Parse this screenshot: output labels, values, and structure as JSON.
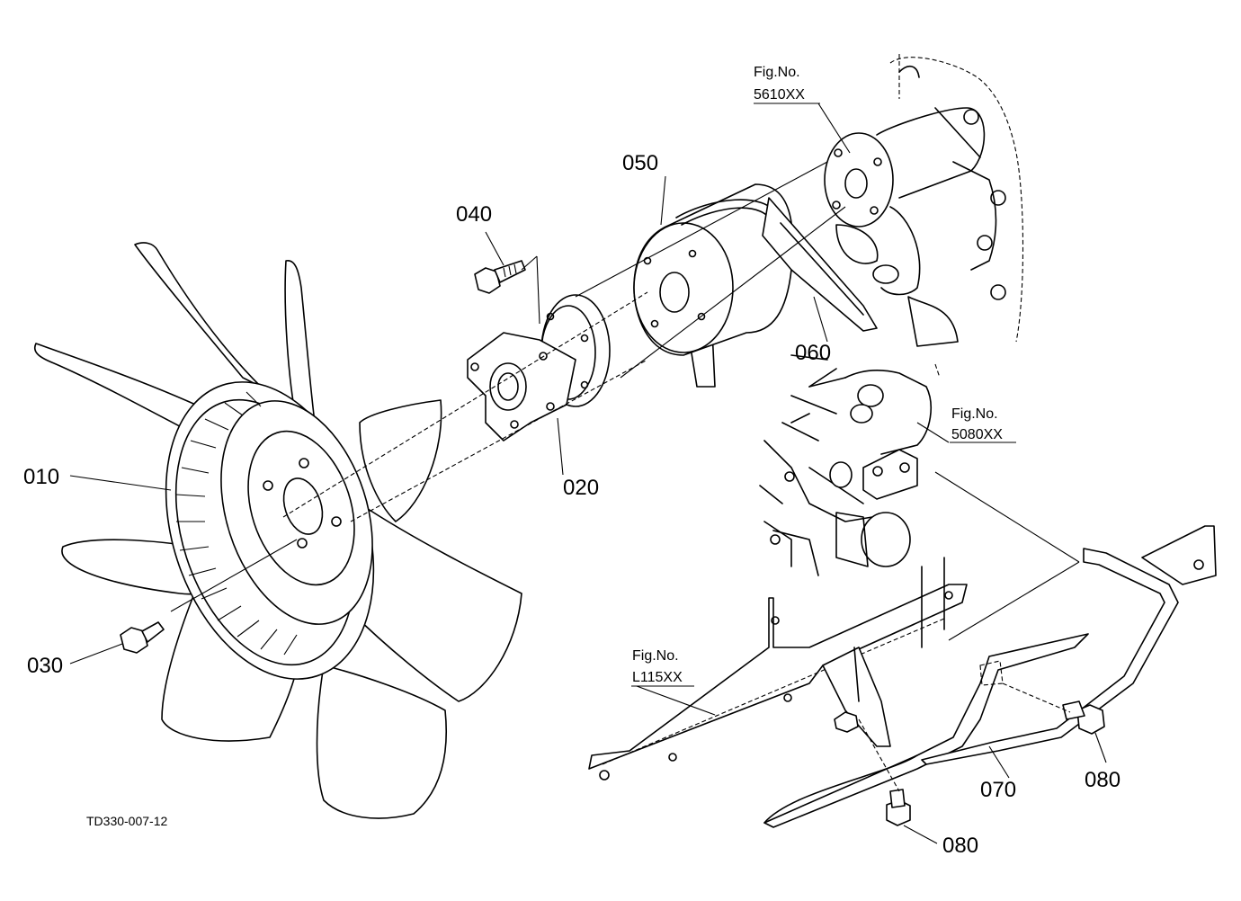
{
  "parts": [
    {
      "id": "p010",
      "label": "010"
    },
    {
      "id": "p020",
      "label": "020"
    },
    {
      "id": "p030",
      "label": "030"
    },
    {
      "id": "p040",
      "label": "040"
    },
    {
      "id": "p050",
      "label": "050"
    },
    {
      "id": "p060",
      "label": "060"
    },
    {
      "id": "p070",
      "label": "070"
    },
    {
      "id": "p080a",
      "label": "080"
    },
    {
      "id": "p080b",
      "label": "080"
    }
  ],
  "figure_refs": [
    {
      "prefix": "Fig.No.",
      "number": "5610XX"
    },
    {
      "prefix": "Fig.No.",
      "number": "5080XX"
    },
    {
      "prefix": "Fig.No.",
      "number": "L115XX"
    }
  ],
  "drawing_code": "TD330-007-12"
}
